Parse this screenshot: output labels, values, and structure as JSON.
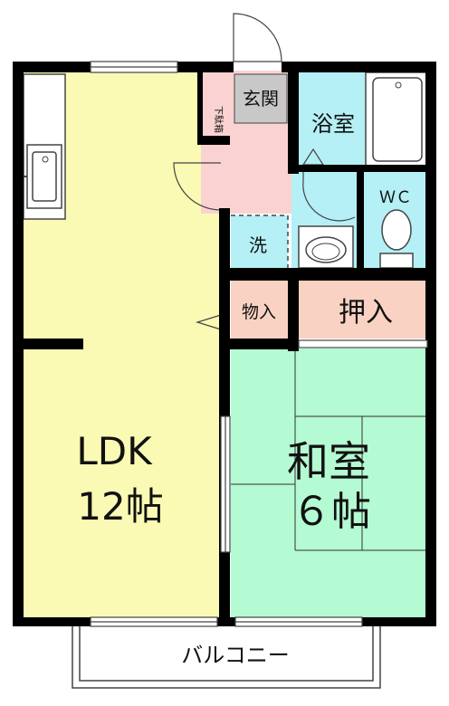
{
  "rooms": {
    "ldk": {
      "name": "LDK",
      "size": "12帖"
    },
    "washitsu": {
      "name": "和室",
      "size": "６帖"
    },
    "genkan": "玄関",
    "getabako": "下駄箱",
    "bath": "浴室",
    "wc": "ＷＣ",
    "sen": "洗",
    "mono": "物入",
    "oshiire": "押入",
    "balcony": "バルコニー"
  },
  "colors": {
    "ldk": "#fafab4",
    "genkan_hall": "#fad2d2",
    "wet_area": "#b4f0f5",
    "washitsu": "#b4fad2",
    "storage": "#fad2c3",
    "genkan_floor": "#c8c8c8",
    "wall": "#000000"
  }
}
